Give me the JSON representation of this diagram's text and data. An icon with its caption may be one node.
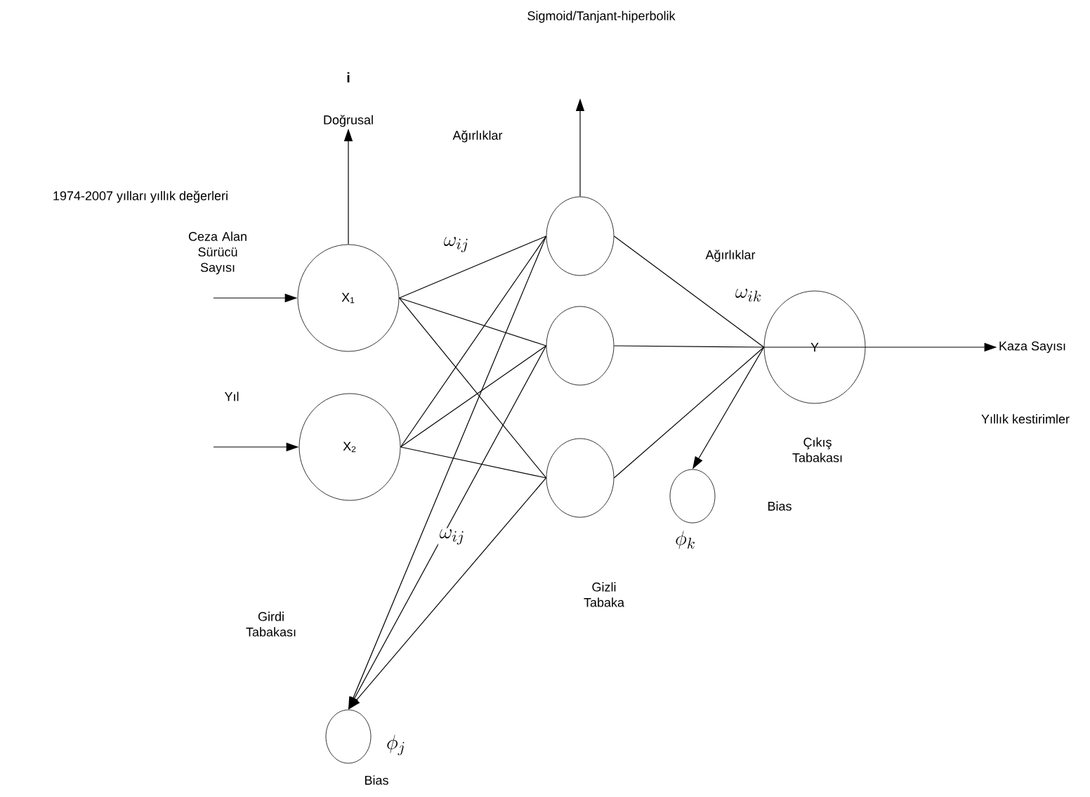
{
  "diagram": {
    "nodes": [
      {
        "text": [
          "Doğrusal"
        ]
      },
      {
        "text": [
          "X$_{1}$"
        ]
      },
      {
        "text": [
          "X$_{2}$"
        ]
      },
      {
        "text": [],
        "shape": "circle"
      },
      {
        "text": [],
        "shape": "circle"
      },
      {
        "text": [],
        "shape": "circle"
      },
      {
        "text": [
          "Y"
        ]
      },
      {
        "text": [
          "Kaza Sayısı"
        ]
      },
      {
        "text": [],
        "shape": "circle",
        "beside": [
          "\\phi_{k}"
        ]
      },
      {
        "text": [],
        "shape": "circle",
        "beside": [
          "\\phi_{j}",
          "Bias"
        ]
      }
    ],
    "edges": [
      {
        "from": null,
        "to": 1,
        "arrow": "to"
      },
      {
        "from": null,
        "to": 2,
        "arrow": "to"
      },
      {
        "from": 1,
        "to": 0,
        "arrow": "to"
      },
      {
        "from": 1,
        "to": 3,
        "arrow": "none"
      },
      {
        "from": 1,
        "to": 4,
        "arrow": "none"
      },
      {
        "from": 1,
        "to": 5,
        "arrow": "none"
      },
      {
        "from": 2,
        "to": 3,
        "arrow": "none"
      },
      {
        "from": 2,
        "to": 4,
        "arrow": "none"
      },
      {
        "from": 2,
        "to": 5,
        "arrow": "none"
      },
      {
        "from": 3,
        "to": null,
        "arrow": "to"
      },
      {
        "from": 3,
        "to": 6,
        "arrow": "none"
      },
      {
        "from": 4,
        "to": 6,
        "arrow": "none"
      },
      {
        "from": 5,
        "to": 6,
        "arrow": "none"
      },
      {
        "from": 6,
        "to": 7,
        "arrow": "to"
      },
      {
        "from": 6,
        "to": 8,
        "arrow": "to"
      },
      {
        "from": 3,
        "to": 9,
        "arrow": "to"
      },
      {
        "from": 4,
        "to": 9,
        "arrow": "to"
      },
      {
        "from": 5,
        "to": 9,
        "arrow": "to"
      }
    ],
    "labels": [
      "Sigmoid/Tanjant-hiperbolik",
      "i",
      "Ağırlıklar",
      "1974-2007 yılları yıllık değerleri",
      "Ceza Alan Sürücü Sayısı",
      "\\omega_{ij}",
      "Ağırlıklar",
      "\\omega_{ik}",
      "Yıl",
      "Yıllık kestirimler",
      "Çıkış Tabakası",
      "Bias",
      "Gizli Tabaka",
      "\\omega_{ij}",
      "Girdi Tabakası"
    ]
  }
}
